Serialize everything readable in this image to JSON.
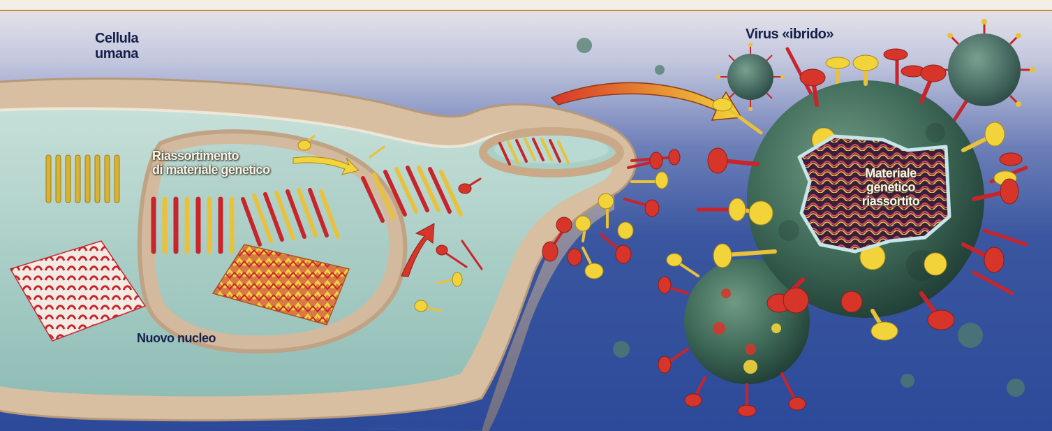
{
  "labels": {
    "cellula_line1": "Cellula",
    "cellula_line2": "umana",
    "virus": "Virus «ibrido»",
    "riass_line1": "Riassortimento",
    "riass_line2": "di materiale genetico",
    "materiale_line1": "Materiale",
    "materiale_line2": "genetico",
    "materiale_line3": "riassortito",
    "nucleo": "Nuovo nucleo"
  },
  "colors": {
    "background_top": "#eae8ec",
    "background_bottom": "#2c4a99",
    "membrane": "#c9a988",
    "cytoplasm": "#a9d0c8",
    "nucleus_envelope": "#d9c4b0",
    "arrow_red": "#d8352a",
    "arrow_yellow": "#f3d43a",
    "virus_body": "#3f6a58",
    "spike_red": "#d8352a",
    "spike_yellow": "#f2d43a",
    "dna_red": "#c8242c",
    "dna_yellow": "#e9c13a"
  }
}
